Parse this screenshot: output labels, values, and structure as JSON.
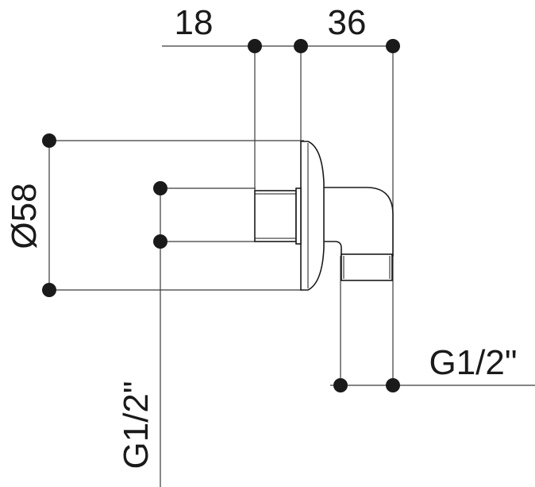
{
  "dimensions": {
    "width_18": "18",
    "width_36": "36",
    "diameter": "Ø58",
    "thread_inlet": "G1/2\"",
    "thread_outlet": "G1/2\""
  },
  "colors": {
    "line": "#1a1a1a",
    "background": "#ffffff"
  }
}
